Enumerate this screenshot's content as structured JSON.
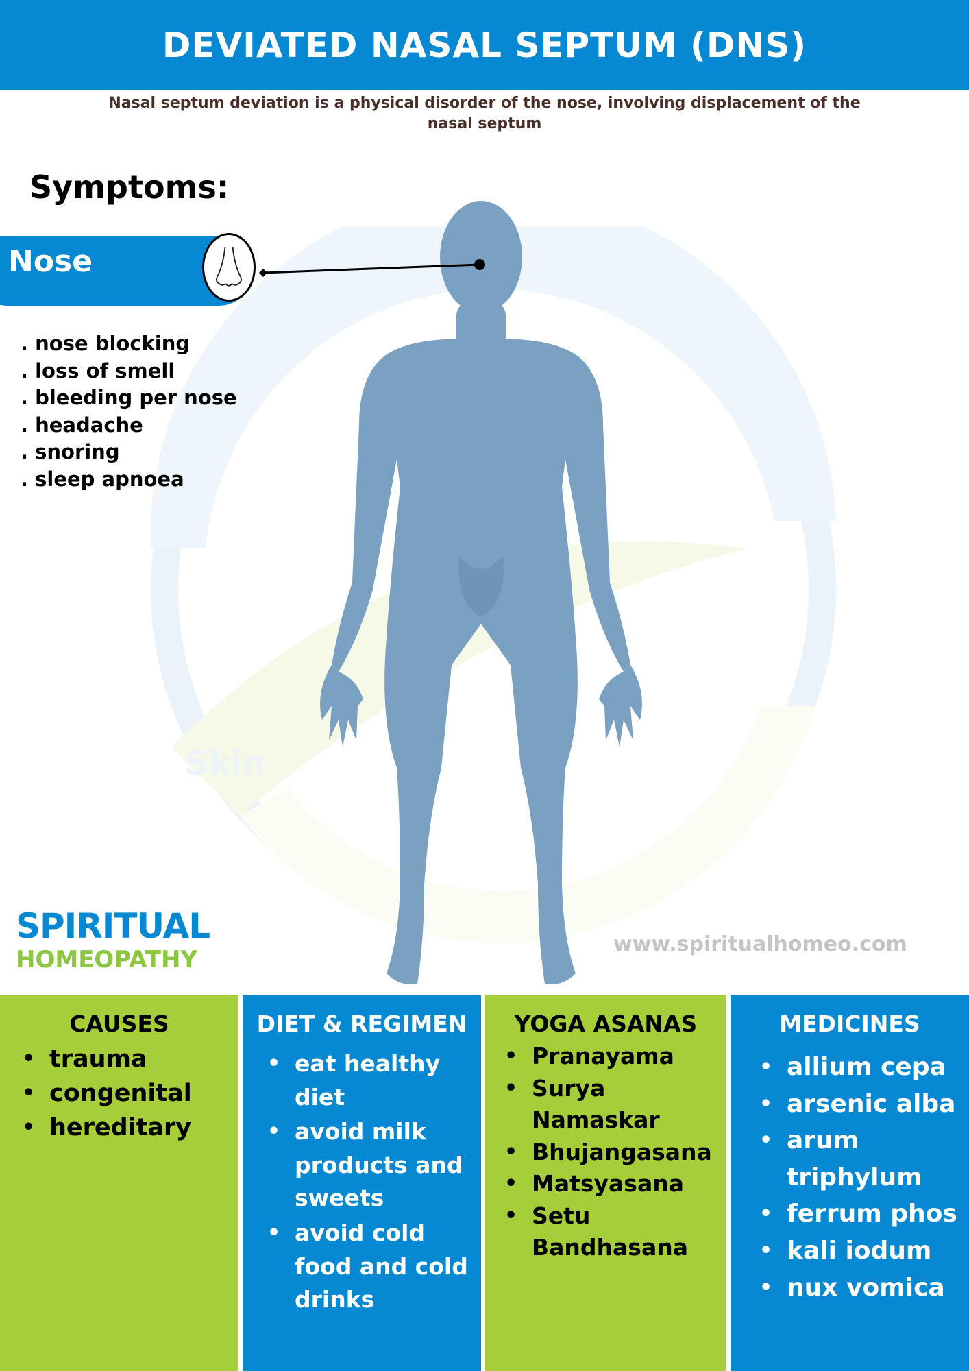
{
  "header": {
    "title": "DEVIATED NASAL SEPTUM (DNS)"
  },
  "intro": "Nasal septum deviation is a physical disorder of the nose, involving displacement of the nasal septum",
  "symptoms": {
    "heading": "Symptoms:",
    "region": "Nose",
    "region_icon": "nose-icon",
    "items": [
      ". nose blocking",
      ". loss of smell",
      ". bleeding per nose",
      ". headache",
      ". snoring",
      ". sleep apnoea"
    ]
  },
  "background_logo_text": "Skin",
  "brand": {
    "line1": "SPIRITUAL",
    "line2": "HOMEOPATHY",
    "website": "www.spiritualhomeo.com"
  },
  "colors": {
    "primary_blue": "#0788d2",
    "accent_green": "#a6ce39",
    "body_figure": "#7aa1c1",
    "brand_green": "#8dc63f"
  },
  "panels": {
    "causes": {
      "title": "CAUSES",
      "items": [
        "trauma",
        "congenital",
        "hereditary"
      ]
    },
    "diet": {
      "title": "DIET & REGIMEN",
      "items": [
        "eat healthy diet",
        "avoid milk products and sweets",
        "avoid cold food and cold drinks"
      ]
    },
    "yoga": {
      "title": "YOGA ASANAS",
      "items": [
        "Pranayama",
        "Surya Namaskar",
        "Bhujangasana",
        "Matsyasana",
        "Setu Bandhasana"
      ]
    },
    "medicines": {
      "title": "MEDICINES",
      "items": [
        "allium cepa",
        "arsenic alba",
        "arum triphylum",
        "ferrum phos",
        "kali iodum",
        "nux vomica"
      ]
    }
  }
}
